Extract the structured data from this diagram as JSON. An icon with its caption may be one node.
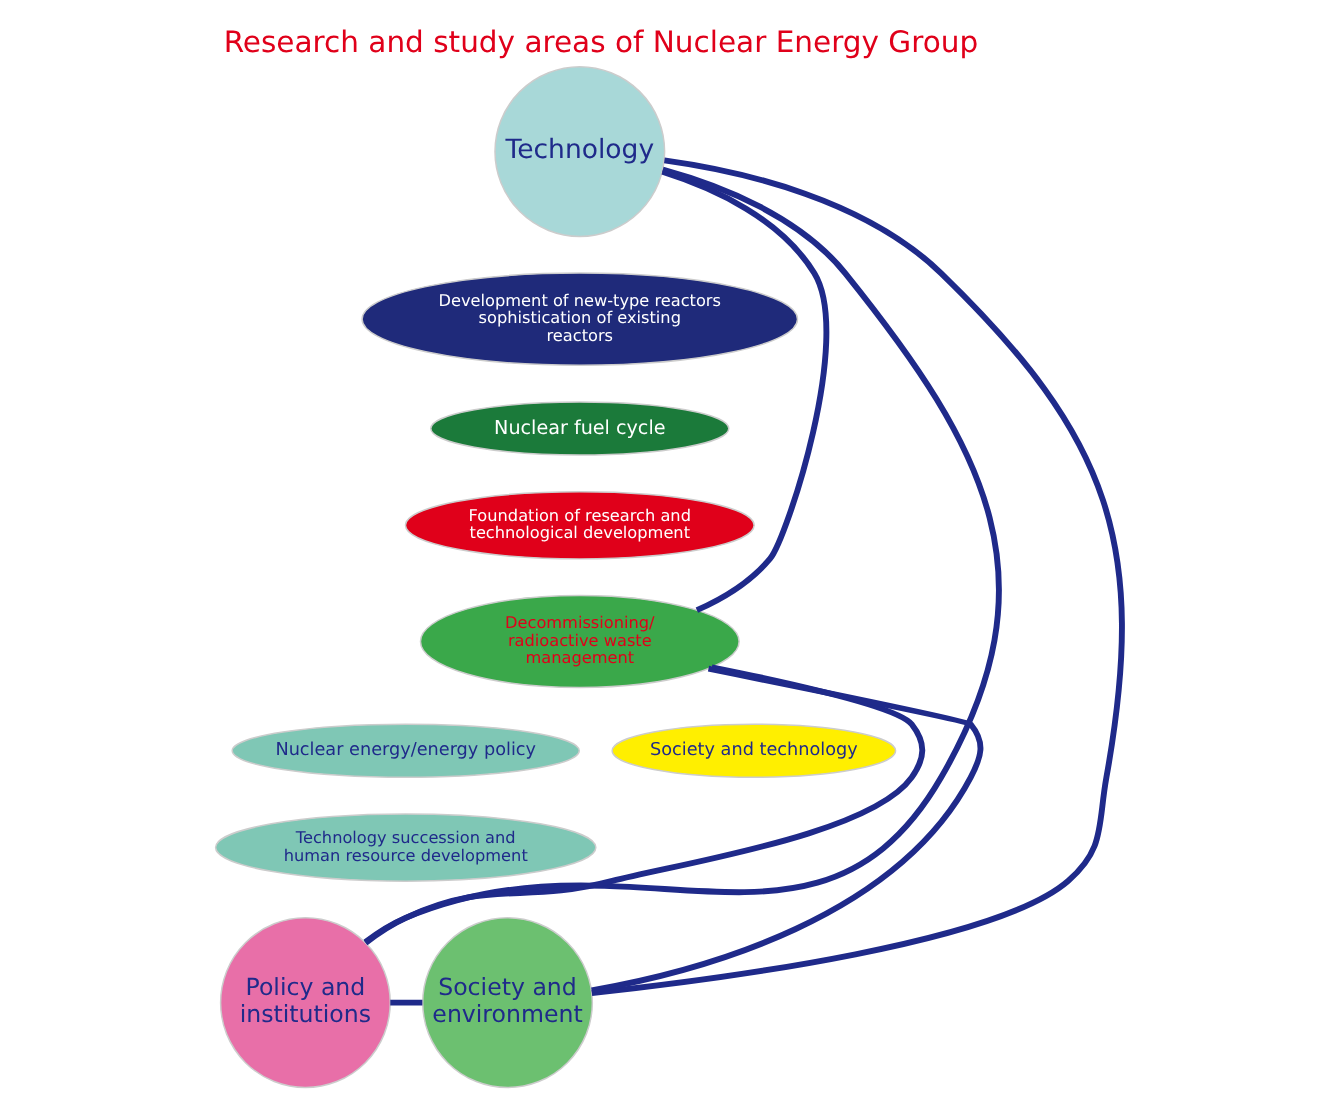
{
  "diagram": {
    "title": "Research and study areas of Nuclear Energy Group",
    "nodes": [
      {
        "text": [
          "Technology"
        ]
      },
      {
        "text": [
          "Development of new-type reactors sophistication of existing reactors"
        ]
      },
      {
        "text": [
          "Nuclear fuel cycle"
        ]
      },
      {
        "text": [
          "Foundation of research and technological development"
        ]
      },
      {
        "text": [
          "Decommissioning/ radioactive waste management"
        ]
      },
      {
        "text": [
          "Nuclear energy/energy policy"
        ]
      },
      {
        "text": [
          "Society and technology"
        ]
      },
      {
        "text": [
          "Technology succession and human resource development"
        ]
      },
      {
        "text": [
          "Policy and institutions"
        ]
      },
      {
        "text": [
          "Society and environment"
        ]
      }
    ],
    "edges": [
      {
        "from": 0,
        "to": 8,
        "arrow": "none"
      },
      {
        "from": 0,
        "to": 9,
        "arrow": "none"
      },
      {
        "from": 8,
        "to": 9,
        "arrow": "none"
      },
      {
        "from": 0,
        "to": 4,
        "arrow": "none"
      },
      {
        "from": 4,
        "to": 8,
        "arrow": "none"
      },
      {
        "from": 4,
        "to": 9,
        "arrow": "none"
      }
    ]
  }
}
